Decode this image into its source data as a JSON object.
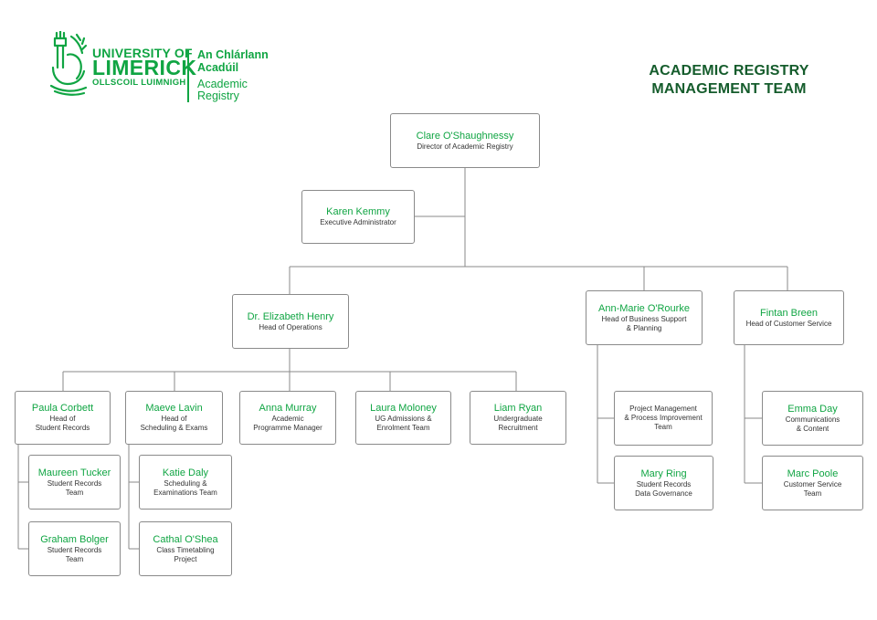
{
  "logo": {
    "university_line1": "UNIVERSITY OF",
    "university_line2": "LIMERICK",
    "university_irish": "OLLSCOIL LUIMNIGH",
    "dept_irish_line1": "An Chlárlann",
    "dept_irish_line2": "Acadúil",
    "dept_english_line1": "Academic",
    "dept_english_line2": "Registry",
    "color": "#10a543"
  },
  "title": {
    "line1": "ACADEMIC REGISTRY",
    "line2": "MANAGEMENT TEAM",
    "color": "#155c2c"
  },
  "people": {
    "clare": {
      "name": "Clare O'Shaughnessy",
      "role": "Director of Academic Registry"
    },
    "karen": {
      "name": "Karen Kemmy",
      "role": "Executive Administrator"
    },
    "elizabeth": {
      "name": "Dr. Elizabeth Henry",
      "role": "Head of Operations"
    },
    "annmarie": {
      "name": "Ann-Marie O'Rourke",
      "role": "Head of Business Support\n& Planning"
    },
    "fintan": {
      "name": "Fintan Breen",
      "role": "Head of Customer Service"
    },
    "paula": {
      "name": "Paula Corbett",
      "role": "Head of\nStudent Records"
    },
    "maeve": {
      "name": "Maeve Lavin",
      "role": "Head of\nScheduling & Exams"
    },
    "anna": {
      "name": "Anna Murray",
      "role": "Academic\nProgramme Manager"
    },
    "laura": {
      "name": "Laura Moloney",
      "role": "UG Admissions &\nEnrolment Team"
    },
    "liam": {
      "name": "Liam Ryan",
      "role": "Undergraduate\nRecruitment"
    },
    "maureen": {
      "name": "Maureen Tucker",
      "role": "Student Records\nTeam"
    },
    "graham": {
      "name": "Graham Bolger",
      "role": "Student Records\nTeam"
    },
    "katie": {
      "name": "Katie Daly",
      "role": "Scheduling &\nExaminations Team"
    },
    "cathal": {
      "name": "Cathal O'Shea",
      "role": "Class Timetabling\nProject"
    },
    "pmteam": {
      "name": "",
      "role": "Project Management\n& Process Improvement\nTeam"
    },
    "mary": {
      "name": "Mary Ring",
      "role": "Student Records\nData Governance"
    },
    "emma": {
      "name": "Emma Day",
      "role": "Communications\n& Content"
    },
    "marc": {
      "name": "Marc Poole",
      "role": "Customer Service\nTeam"
    }
  }
}
